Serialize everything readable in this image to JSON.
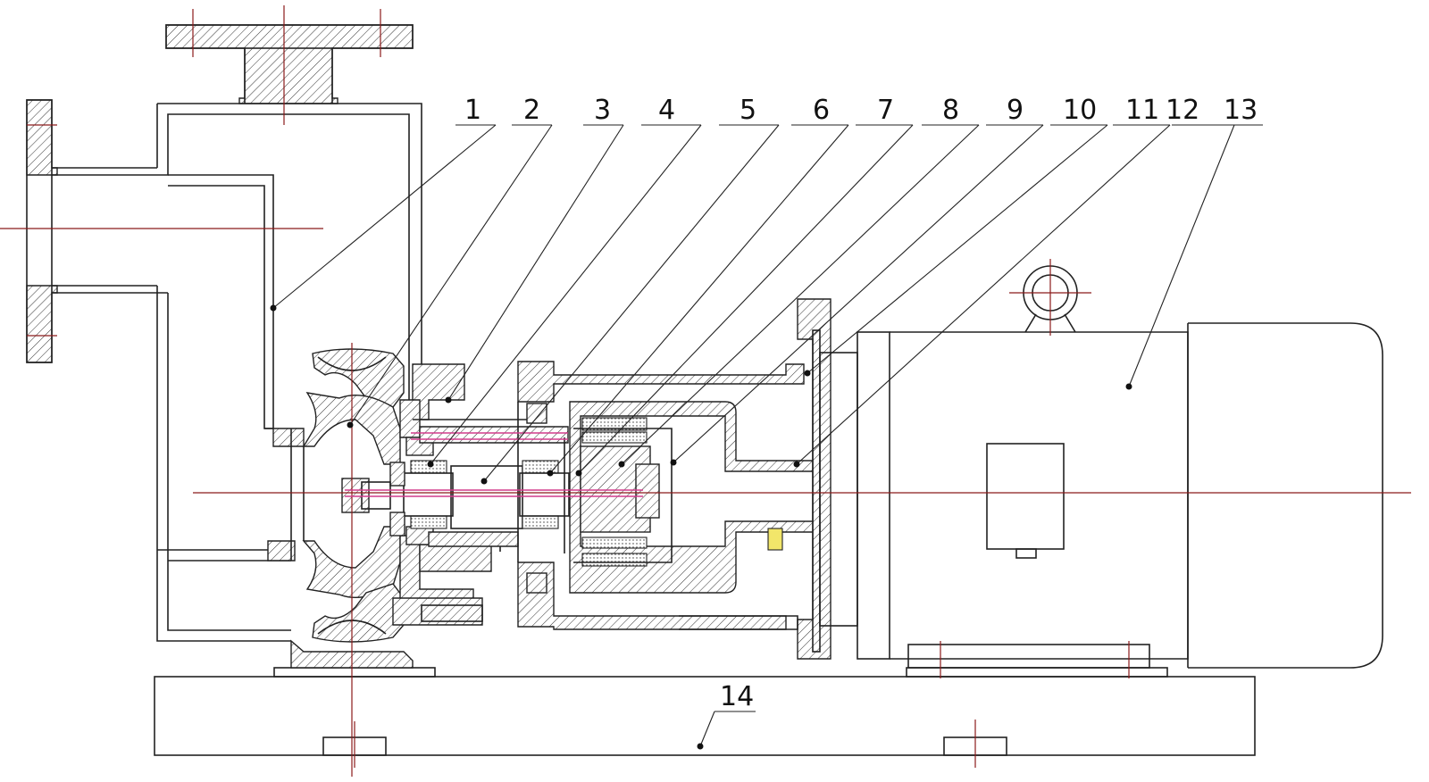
{
  "diagram": {
    "labels": [
      {
        "id": "1",
        "text": "1"
      },
      {
        "id": "2",
        "text": "2"
      },
      {
        "id": "3",
        "text": "3"
      },
      {
        "id": "4",
        "text": "4"
      },
      {
        "id": "5",
        "text": "5"
      },
      {
        "id": "6",
        "text": "6"
      },
      {
        "id": "7",
        "text": "7"
      },
      {
        "id": "8",
        "text": "8"
      },
      {
        "id": "9",
        "text": "9"
      },
      {
        "id": "10",
        "text": "10"
      },
      {
        "id": "11",
        "text": "11"
      },
      {
        "id": "12",
        "text": "12"
      },
      {
        "id": "13",
        "text": "13"
      },
      {
        "id": "14",
        "text": "14"
      }
    ],
    "colors": {
      "line": "#222222",
      "centerline": "#8b1a1a",
      "shaft_highlight": "#d23c8c",
      "bolt_highlight": "#e6d23c"
    }
  }
}
